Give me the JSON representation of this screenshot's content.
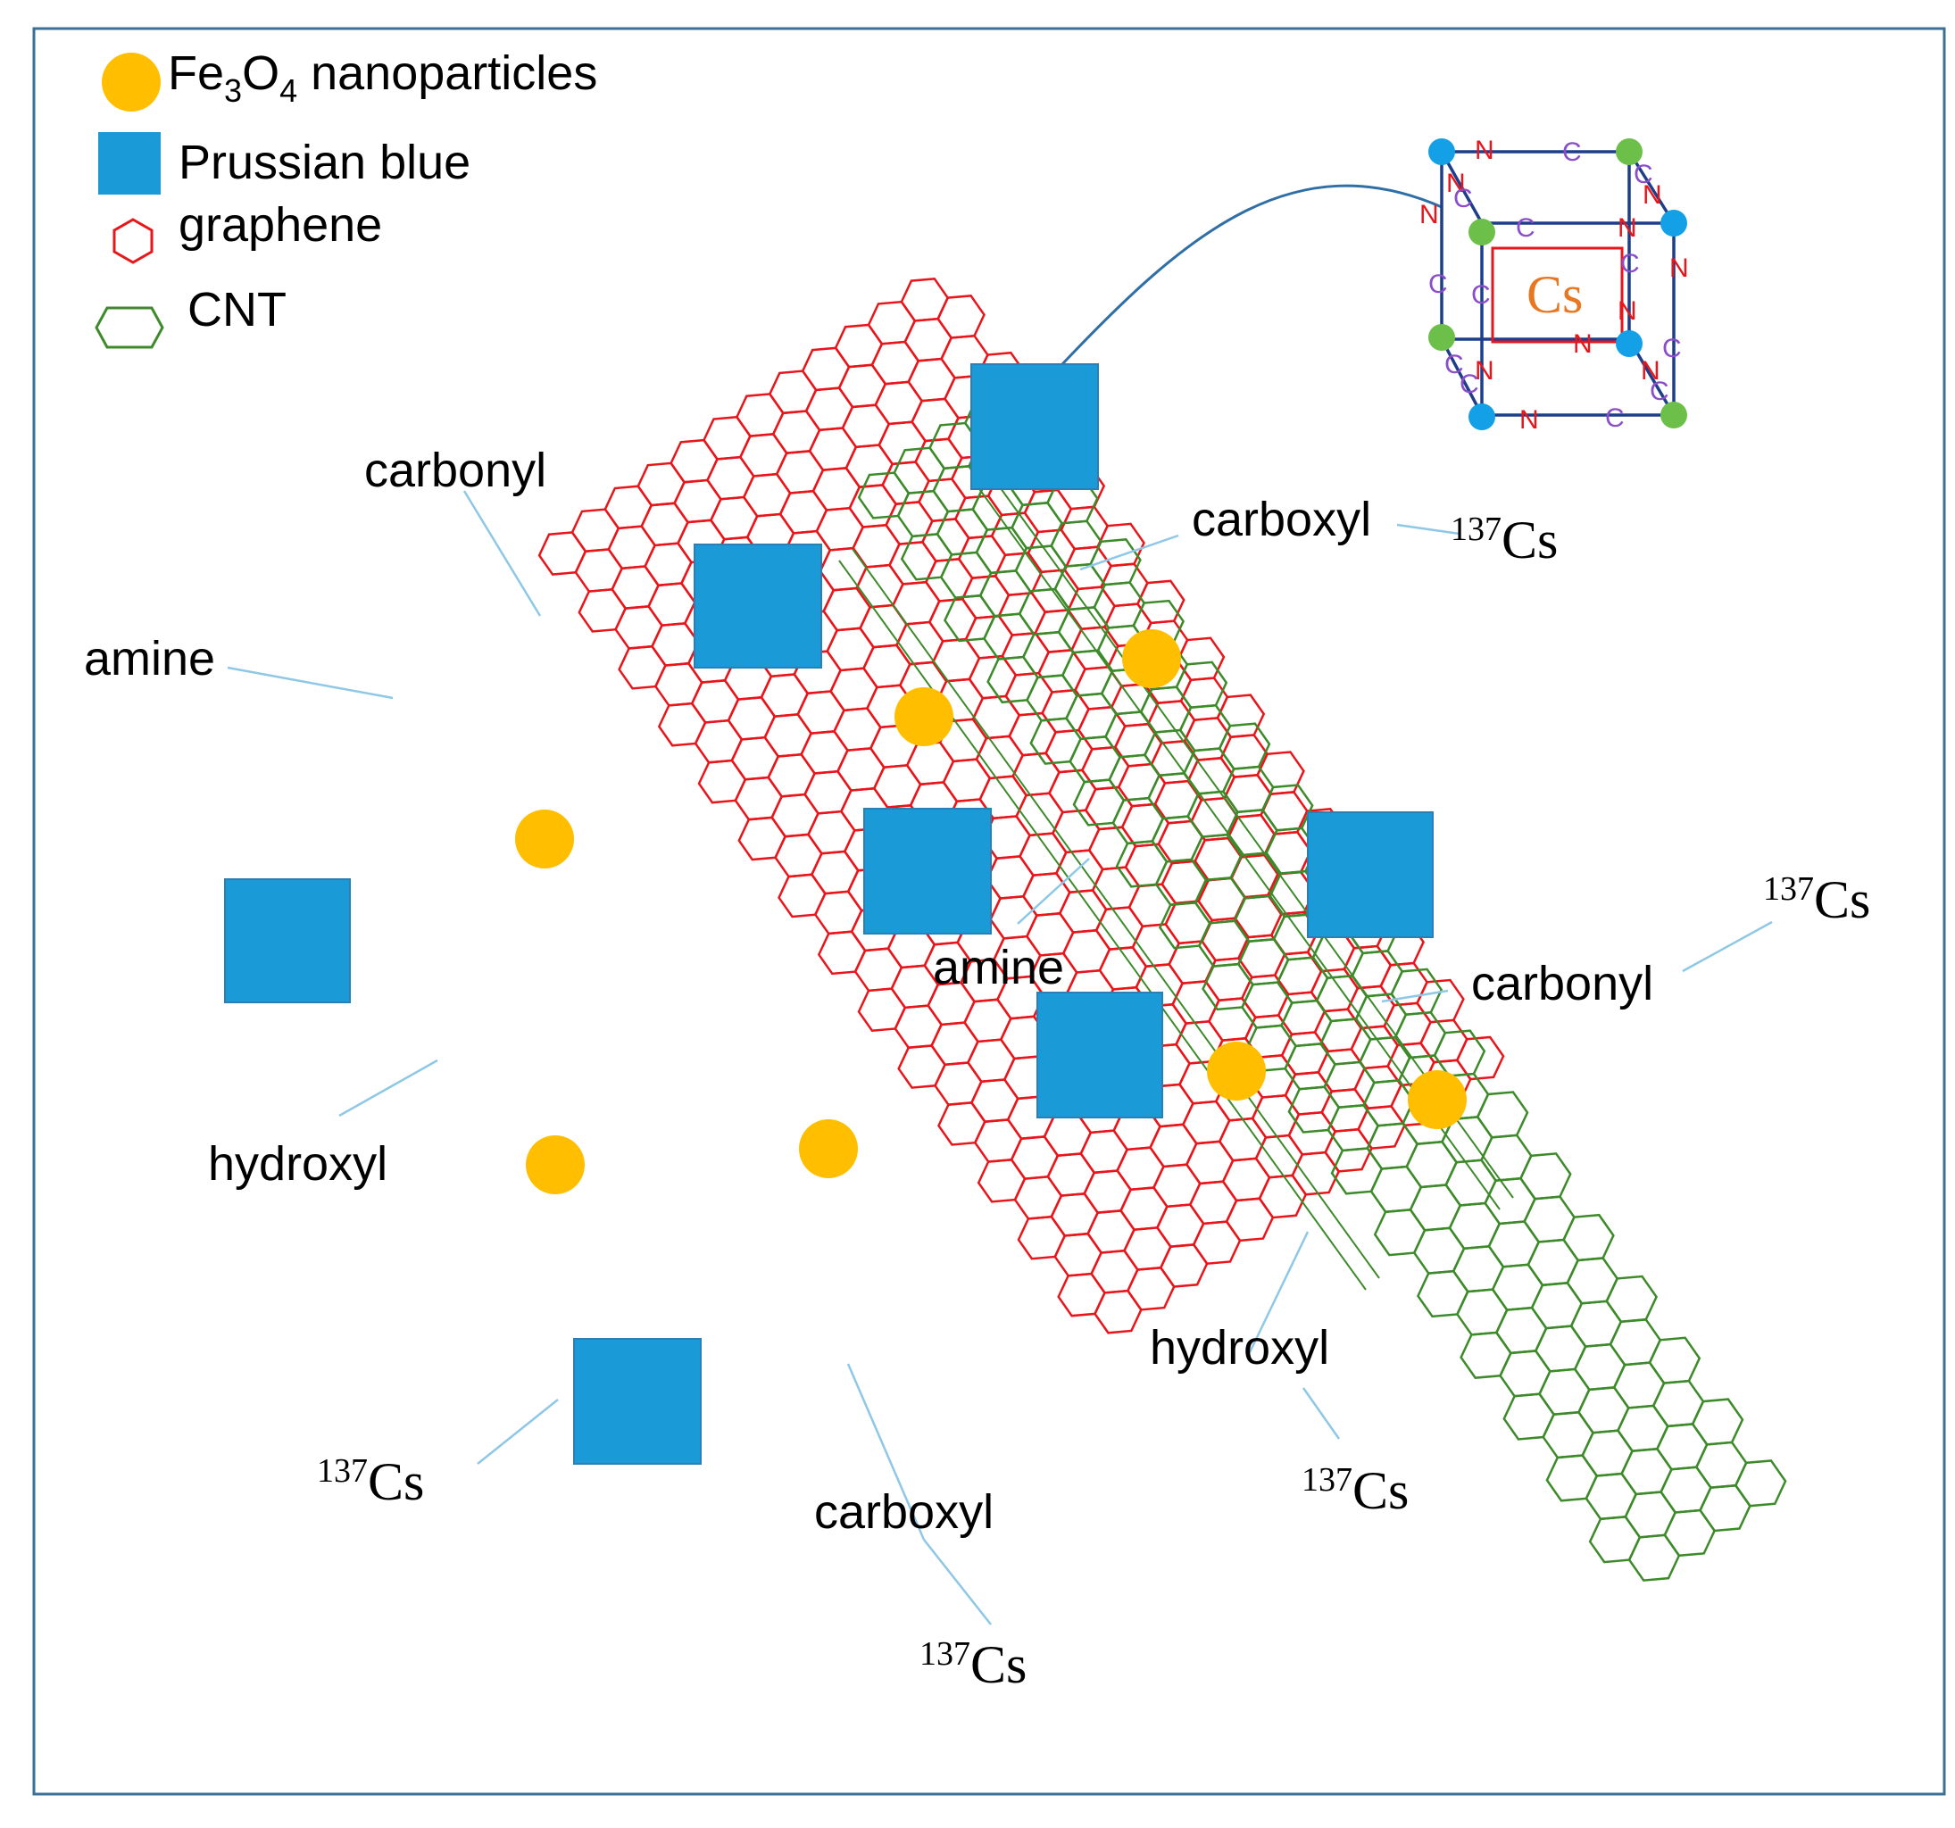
{
  "legend": {
    "fe3o4": {
      "base1": "Fe",
      "sub1": "3",
      "base2": "O",
      "sub2": "4",
      "rest": " nanoparticles"
    },
    "prussian_blue": "Prussian blue",
    "graphene": "graphene",
    "cnt": "CNT"
  },
  "labels": {
    "carbonyl_top": "carbonyl",
    "amine_left": "amine",
    "hydroxyl_left": "hydroxyl",
    "carboxyl_bottom": "carboxyl",
    "carboxyl_top_right": "carboxyl",
    "amine_center": "amine",
    "carbonyl_right": "carbonyl",
    "hydroxyl_bottom_right": "hydroxyl"
  },
  "cesium": {
    "mass_number": "137",
    "symbol": "Cs"
  },
  "inset": {
    "center_label": "Cs",
    "atom_n": "N",
    "atom_c": "C"
  },
  "colors": {
    "fe3o4": "#ffbf00",
    "prussian_blue": "#1a9ad6",
    "graphene": "#e8161b",
    "cnt": "#3d8a2a",
    "frame": "#3a6f96",
    "leader": "#8ec8e6",
    "inset_frame": "#1f3e8a",
    "inset_node_blue": "#14a0e6",
    "inset_node_green": "#6cc04a",
    "inset_n": "#e8161b",
    "inset_c": "#8a4fc8",
    "inset_cs": "#e87722"
  }
}
